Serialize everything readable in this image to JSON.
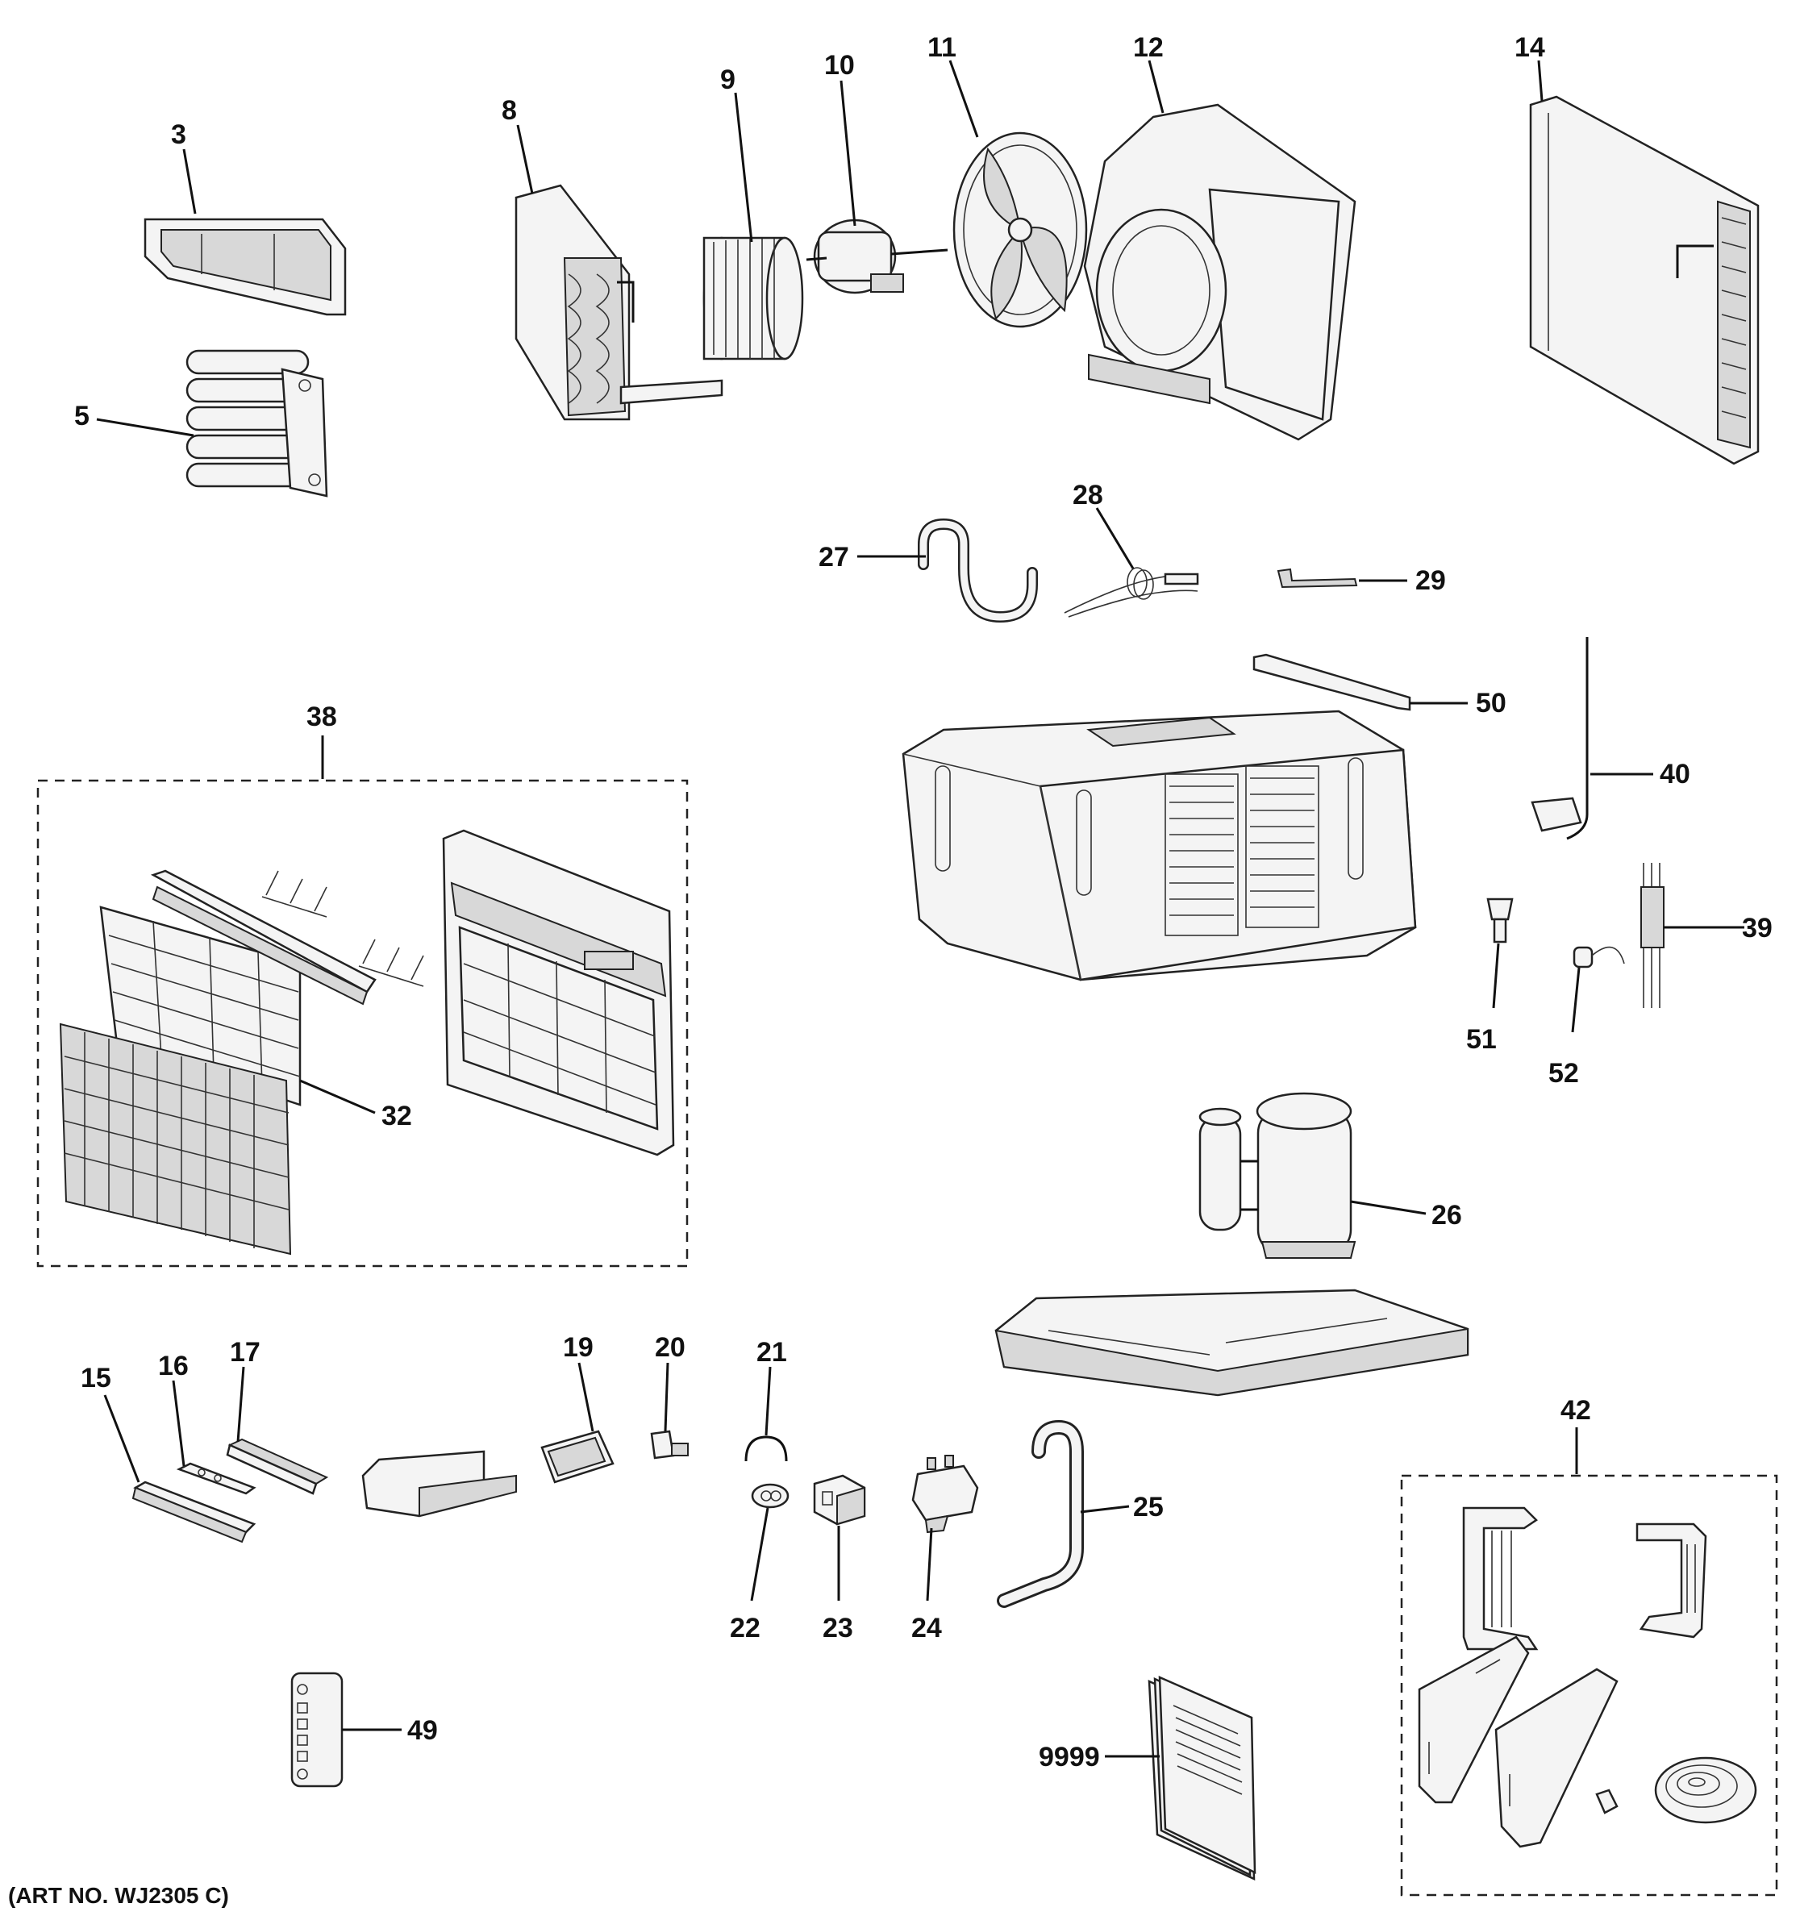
{
  "labels": {
    "p3": "3",
    "p5": "5",
    "p8": "8",
    "p9": "9",
    "p10": "10",
    "p11": "11",
    "p12": "12",
    "p14": "14",
    "p27": "27",
    "p28": "28",
    "p29": "29",
    "p50": "50",
    "p40": "40",
    "p38": "38",
    "p32": "32",
    "p39": "39",
    "p51": "51",
    "p52": "52",
    "p26": "26",
    "p15": "15",
    "p16": "16",
    "p17": "17",
    "p19": "19",
    "p20": "20",
    "p21": "21",
    "p22": "22",
    "p23": "23",
    "p24": "24",
    "p25": "25",
    "p42": "42",
    "p49": "49",
    "p9999": "9999"
  },
  "art_number": "(ART NO. WJ2305 C)"
}
